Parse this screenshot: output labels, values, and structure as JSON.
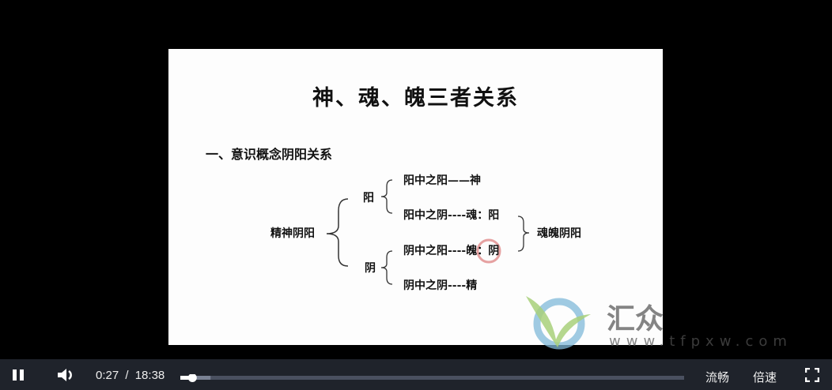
{
  "slide": {
    "title": "神、魂、魄三者关系",
    "subtitle": "一、意识概念阴阳关系",
    "root": "精神阴阳",
    "yang": "阳",
    "yin": "阴",
    "rows": [
      "阳中之阳——神",
      "阳中之阴----魂：阳",
      "阴中之阳----魄：阴",
      "阴中之阴----精"
    ],
    "right_label": "魂魄阴阳",
    "highlight_color": "#e08a8a"
  },
  "watermark": {
    "text": "汇众",
    "url": "www.tfpxw.com"
  },
  "player": {
    "play_state": "playing",
    "current_time": "0:27",
    "separator": "/",
    "duration": "18:38",
    "progress_fraction": 0.024,
    "buffered_fraction": 0.06,
    "quality_label": "流畅",
    "speed_label": "倍速",
    "icons": [
      "pause-icon",
      "volume-icon",
      "fullscreen-icon"
    ]
  }
}
